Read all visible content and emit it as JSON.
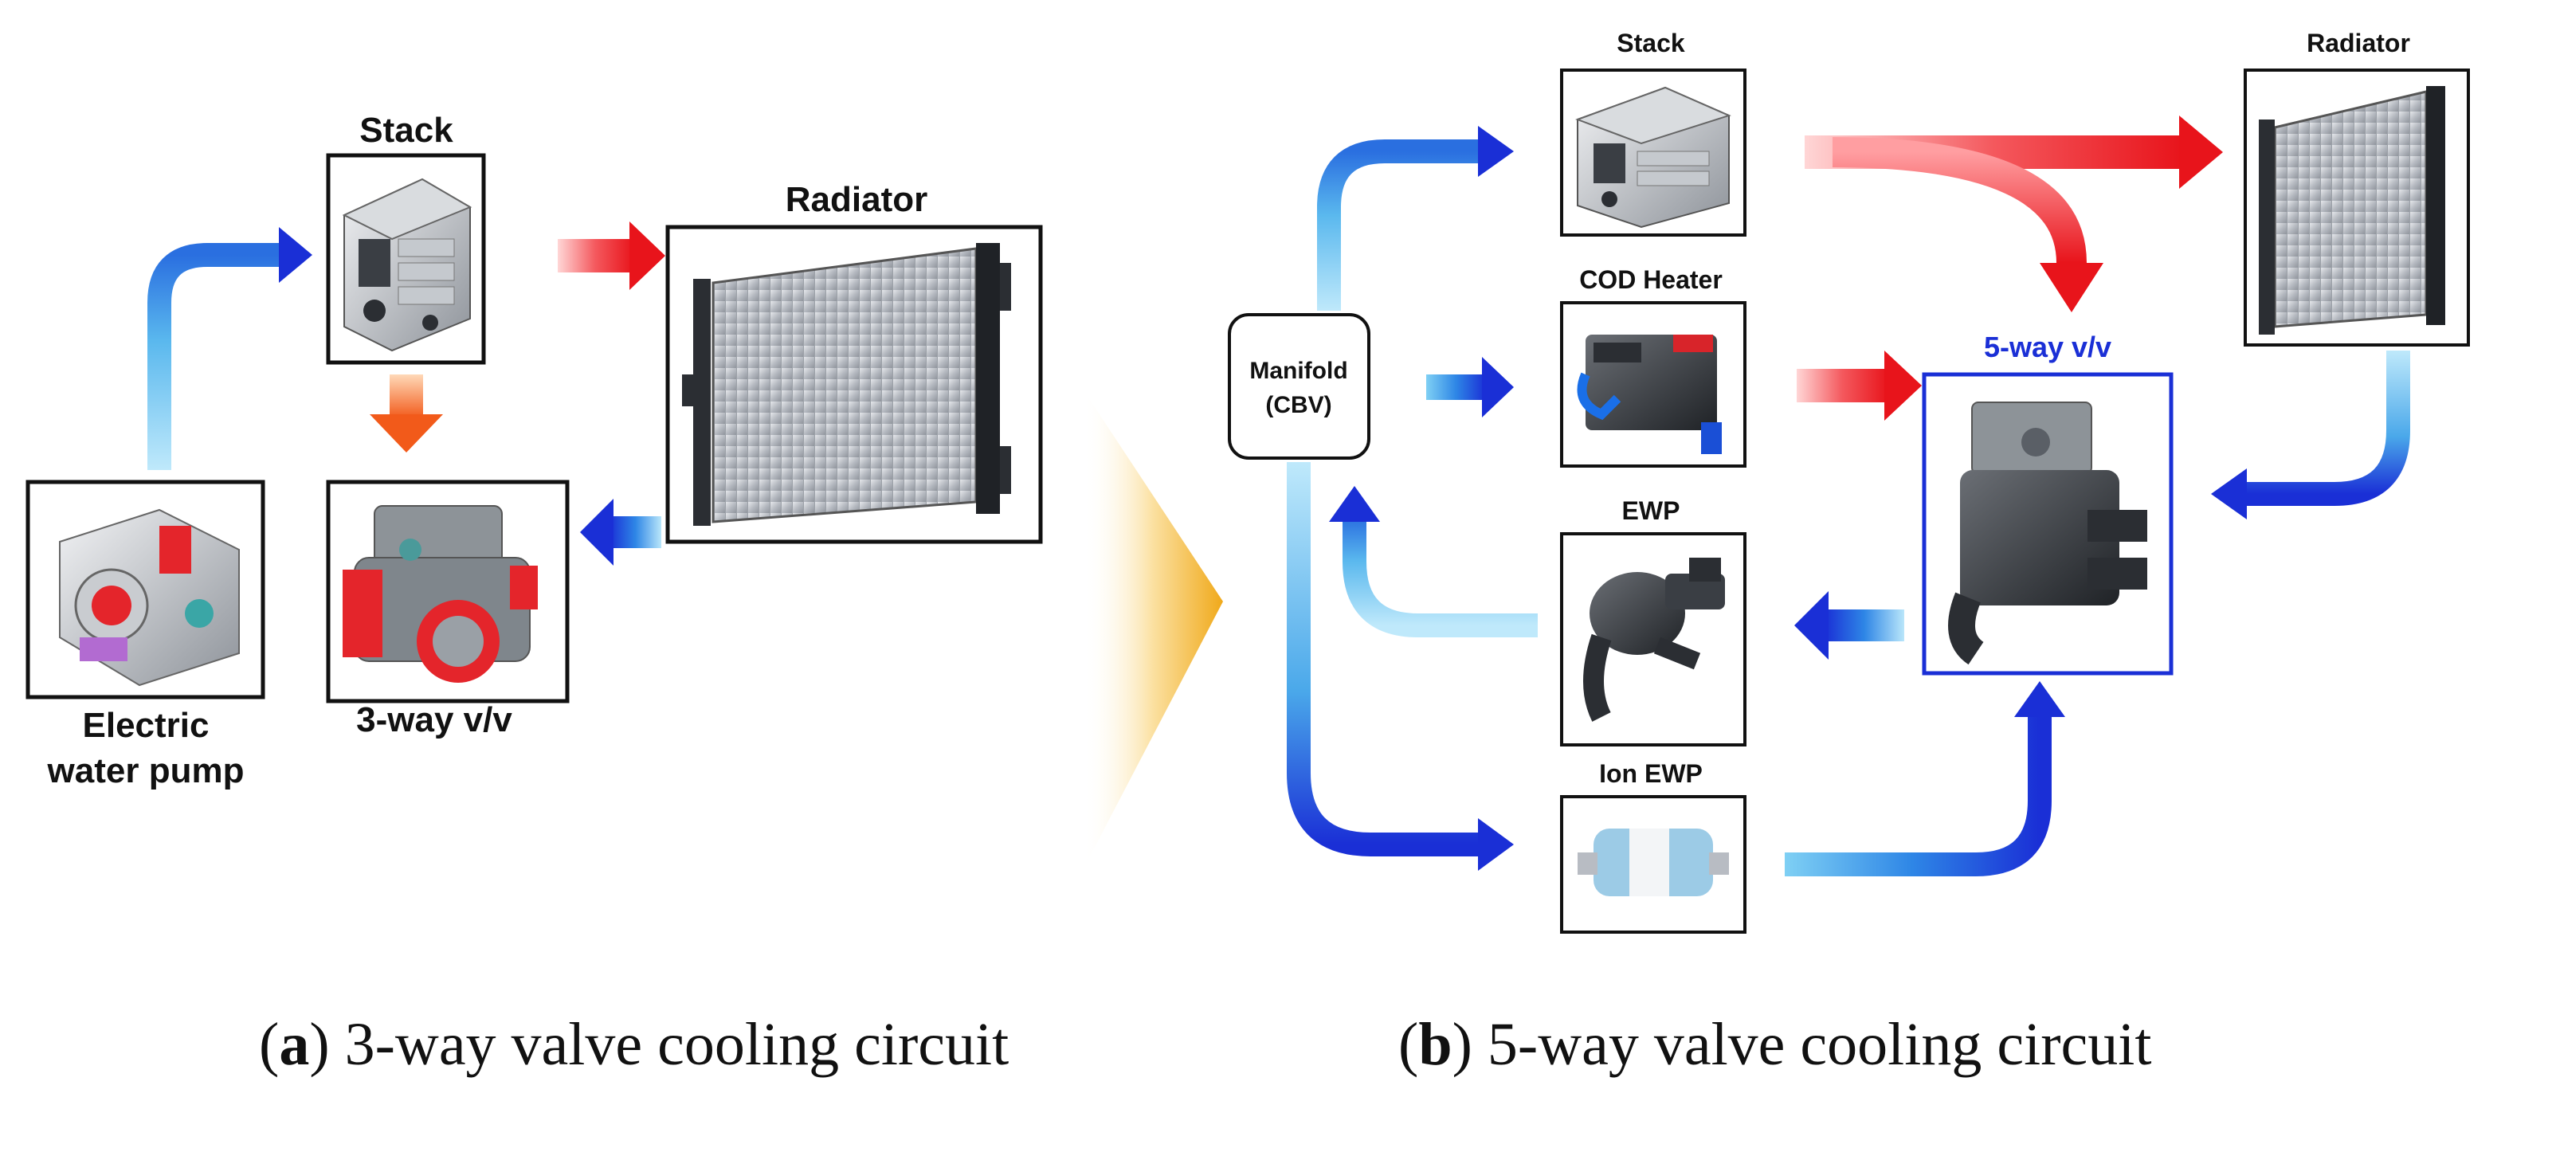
{
  "panel_a": {
    "components": {
      "stack": "Stack",
      "radiator": "Radiator",
      "pump_line1": "Electric",
      "pump_line2": "water pump",
      "valve": "3-way v/v"
    },
    "caption": {
      "letter": "a",
      "text": "3-way valve cooling circuit"
    }
  },
  "panel_b": {
    "components": {
      "stack": "Stack",
      "radiator": "Radiator",
      "cod_heater": "COD Heater",
      "valve": "5-way v/v",
      "ewp": "EWP",
      "ion_ewp": "Ion EWP",
      "manifold_line1": "Manifold",
      "manifold_line2": "(CBV)"
    },
    "caption": {
      "letter": "b",
      "text": "5-way valve cooling circuit"
    }
  },
  "colors": {
    "hot": "#e8141b",
    "cold": "#1a2fd6",
    "light_blue": "#8fd3f4",
    "warm_orange": "#f25a1a",
    "divider": "#f3b21b"
  }
}
